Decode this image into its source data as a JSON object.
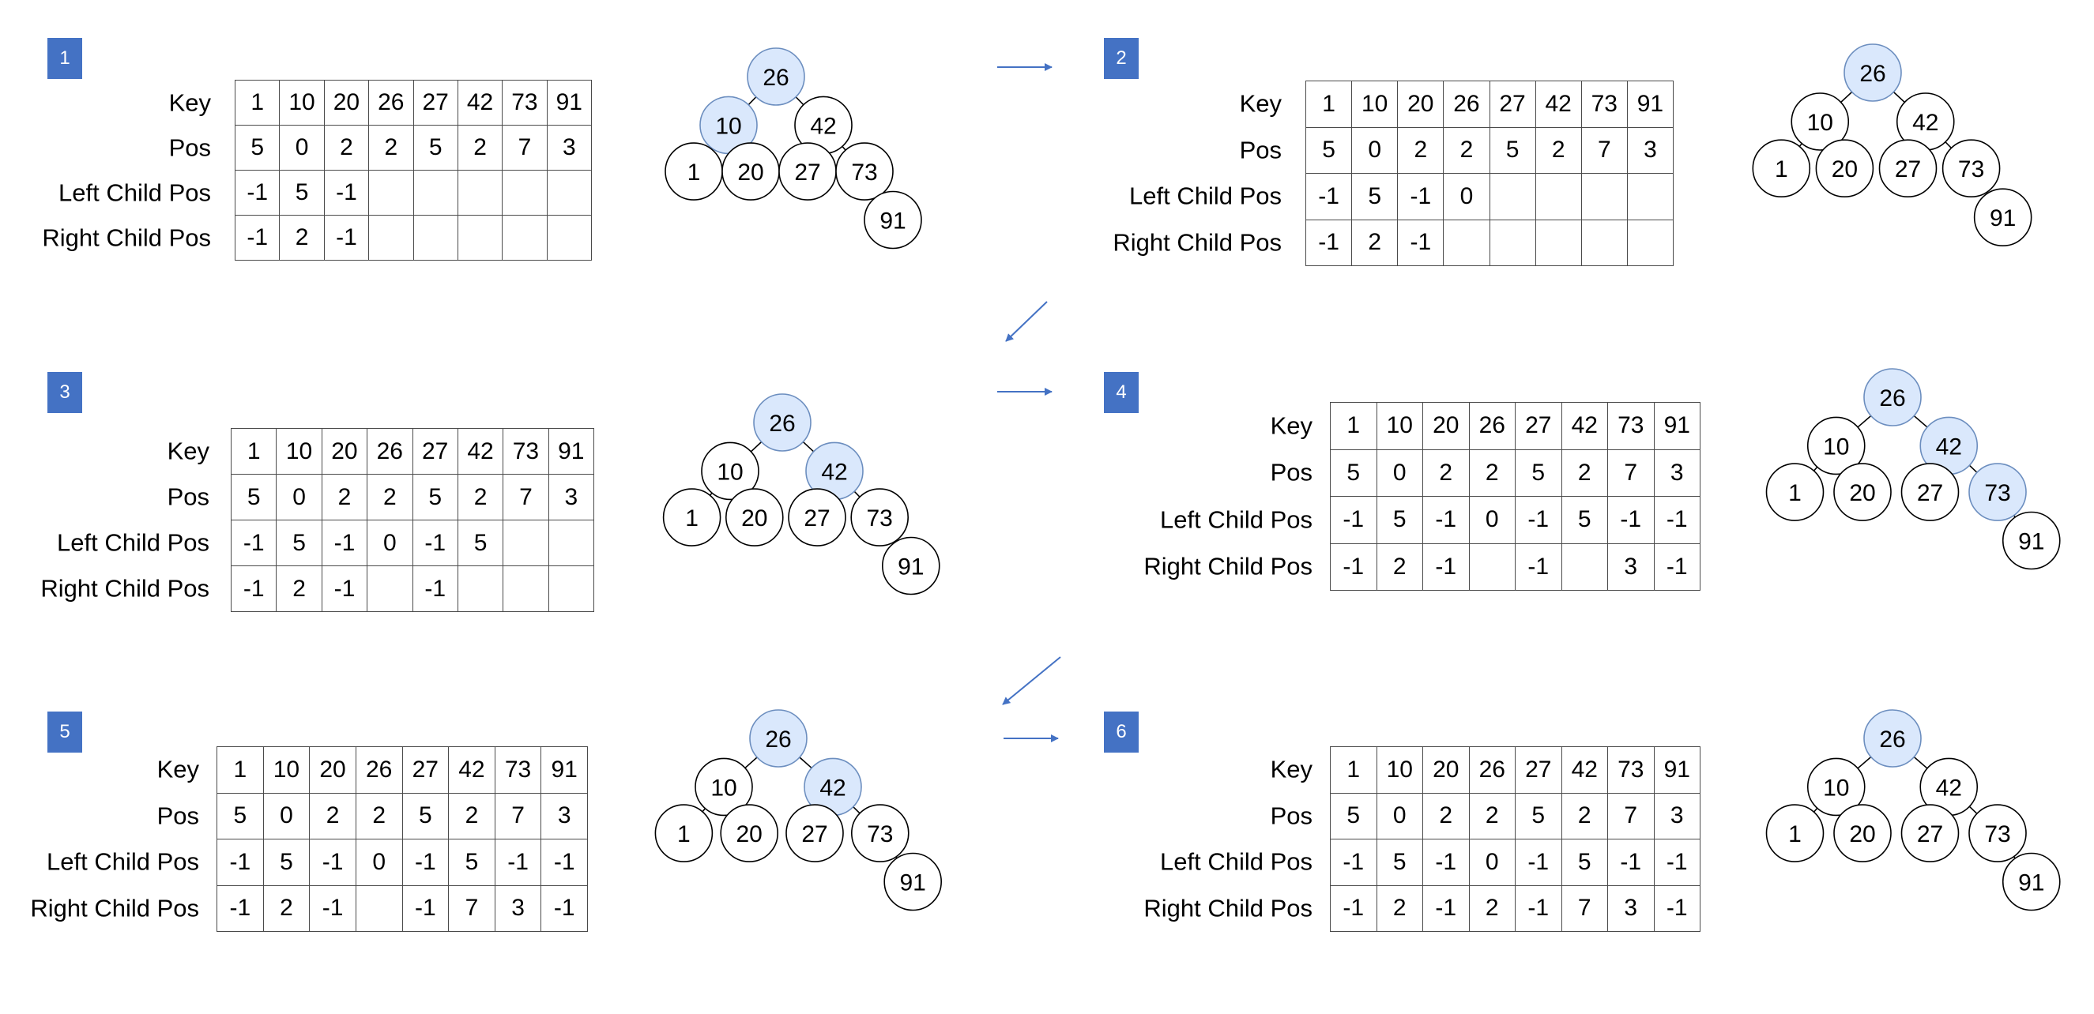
{
  "colors": {
    "badge": "#4472c4",
    "highlight": "#dae8fc",
    "highlight_stroke": "#6c8ebf",
    "arrow": "#4472c4"
  },
  "row_labels": [
    "Key",
    "Pos",
    "Left Child Pos",
    "Right Child Pos"
  ],
  "panels": [
    {
      "id": "1",
      "rows": [
        [
          "1",
          "10",
          "20",
          "26",
          "27",
          "42",
          "73",
          "91"
        ],
        [
          "5",
          "0",
          "2",
          "2",
          "5",
          "2",
          "7",
          "3"
        ],
        [
          "-1",
          "5",
          "-1",
          "",
          "",
          "",
          "",
          ""
        ],
        [
          "-1",
          "2",
          "-1",
          "",
          "",
          "",
          "",
          ""
        ]
      ],
      "highlighted": [
        "26",
        "10"
      ]
    },
    {
      "id": "2",
      "rows": [
        [
          "1",
          "10",
          "20",
          "26",
          "27",
          "42",
          "73",
          "91"
        ],
        [
          "5",
          "0",
          "2",
          "2",
          "5",
          "2",
          "7",
          "3"
        ],
        [
          "-1",
          "5",
          "-1",
          "0",
          "",
          "",
          "",
          ""
        ],
        [
          "-1",
          "2",
          "-1",
          "",
          "",
          "",
          "",
          ""
        ]
      ],
      "highlighted": [
        "26"
      ]
    },
    {
      "id": "3",
      "rows": [
        [
          "1",
          "10",
          "20",
          "26",
          "27",
          "42",
          "73",
          "91"
        ],
        [
          "5",
          "0",
          "2",
          "2",
          "5",
          "2",
          "7",
          "3"
        ],
        [
          "-1",
          "5",
          "-1",
          "0",
          "-1",
          "5",
          "",
          ""
        ],
        [
          "-1",
          "2",
          "-1",
          "",
          "-1",
          "",
          "",
          ""
        ]
      ],
      "highlighted": [
        "26",
        "42"
      ]
    },
    {
      "id": "4",
      "rows": [
        [
          "1",
          "10",
          "20",
          "26",
          "27",
          "42",
          "73",
          "91"
        ],
        [
          "5",
          "0",
          "2",
          "2",
          "5",
          "2",
          "7",
          "3"
        ],
        [
          "-1",
          "5",
          "-1",
          "0",
          "-1",
          "5",
          "-1",
          "-1"
        ],
        [
          "-1",
          "2",
          "-1",
          "",
          "-1",
          "",
          "3",
          "-1"
        ]
      ],
      "highlighted": [
        "26",
        "42",
        "73"
      ]
    },
    {
      "id": "5",
      "rows": [
        [
          "1",
          "10",
          "20",
          "26",
          "27",
          "42",
          "73",
          "91"
        ],
        [
          "5",
          "0",
          "2",
          "2",
          "5",
          "2",
          "7",
          "3"
        ],
        [
          "-1",
          "5",
          "-1",
          "0",
          "-1",
          "5",
          "-1",
          "-1"
        ],
        [
          "-1",
          "2",
          "-1",
          "",
          "-1",
          "7",
          "3",
          "-1"
        ]
      ],
      "highlighted": [
        "26",
        "42"
      ]
    },
    {
      "id": "6",
      "rows": [
        [
          "1",
          "10",
          "20",
          "26",
          "27",
          "42",
          "73",
          "91"
        ],
        [
          "5",
          "0",
          "2",
          "2",
          "5",
          "2",
          "7",
          "3"
        ],
        [
          "-1",
          "5",
          "-1",
          "0",
          "-1",
          "5",
          "-1",
          "-1"
        ],
        [
          "-1",
          "2",
          "-1",
          "2",
          "-1",
          "7",
          "3",
          "-1"
        ]
      ],
      "highlighted": [
        "26"
      ]
    }
  ],
  "tree": {
    "nodes": [
      "26",
      "10",
      "42",
      "1",
      "20",
      "27",
      "73",
      "91"
    ],
    "edges": [
      [
        "26",
        "10"
      ],
      [
        "26",
        "42"
      ],
      [
        "10",
        "1"
      ],
      [
        "10",
        "20"
      ],
      [
        "42",
        "27"
      ],
      [
        "42",
        "73"
      ],
      [
        "73",
        "91"
      ]
    ]
  }
}
